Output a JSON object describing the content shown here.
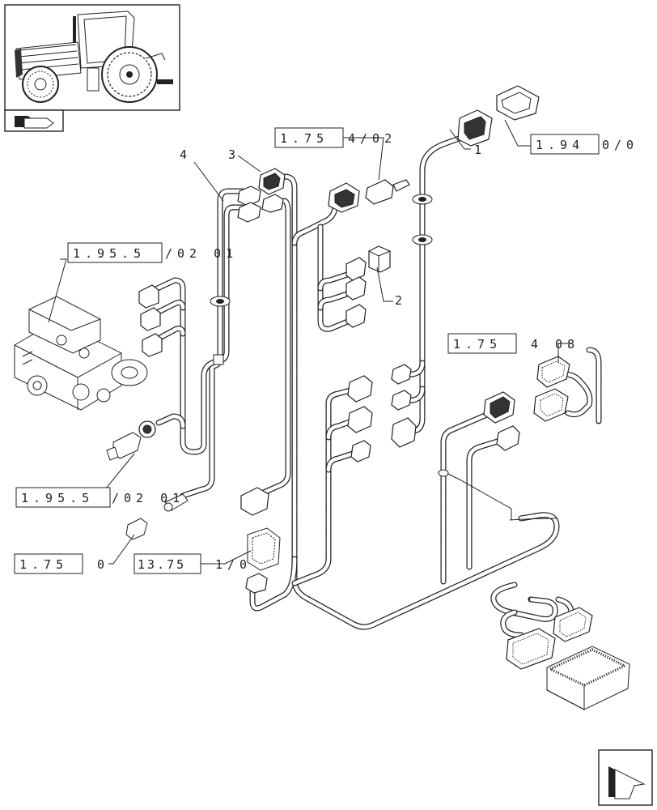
{
  "references": [
    {
      "id": "ref-1",
      "boxed": "1.75",
      "rest": "4/02"
    },
    {
      "id": "ref-2",
      "boxed": "1.94",
      "rest": "0/0"
    },
    {
      "id": "ref-3",
      "boxed": "1.95.5",
      "rest": "/02 01"
    },
    {
      "id": "ref-4",
      "boxed": "1.75",
      "rest": "4 08"
    },
    {
      "id": "ref-5",
      "boxed": "1.95.5",
      "rest": "/02 01"
    },
    {
      "id": "ref-6",
      "boxed": "1.75",
      "rest": "0"
    },
    {
      "id": "ref-7",
      "boxed": "13.75",
      "rest": "1/0"
    }
  ],
  "part_numbers": [
    "1",
    "2",
    "3",
    "4"
  ],
  "icons": {
    "thumbnail": "tractor-thumbnail-icon",
    "group": "group-arrow-icon",
    "nav": "next-page-arrow-icon"
  }
}
